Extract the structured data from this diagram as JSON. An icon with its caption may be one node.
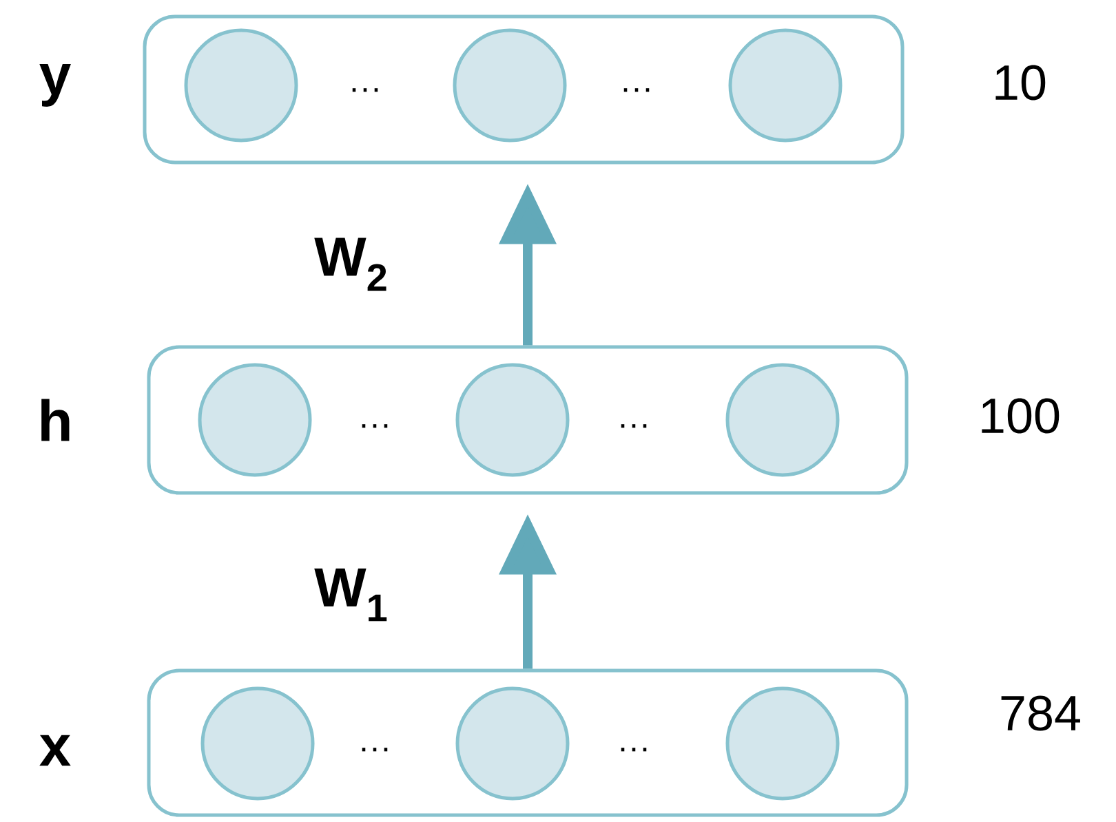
{
  "diagram": {
    "nodes": [
      {
        "text": [],
        "shape": "box",
        "beside": [
          "y",
          "10"
        ]
      },
      {
        "text": [],
        "shape": "circle",
        "in": 0
      },
      {
        "text": [],
        "shape": "circle",
        "in": 0
      },
      {
        "text": [],
        "shape": "circle",
        "in": 0
      },
      {
        "text": [],
        "shape": "box",
        "beside": [
          "h",
          "100"
        ]
      },
      {
        "text": [],
        "shape": "circle",
        "in": 4
      },
      {
        "text": [],
        "shape": "circle",
        "in": 4
      },
      {
        "text": [],
        "shape": "circle",
        "in": 4
      },
      {
        "text": [],
        "shape": "box",
        "beside": [
          "x",
          "784"
        ]
      },
      {
        "text": [],
        "shape": "circle",
        "in": 8
      },
      {
        "text": [],
        "shape": "circle",
        "in": 8
      },
      {
        "text": [],
        "shape": "circle",
        "in": 8
      }
    ],
    "edges": [
      {
        "from": 8,
        "to": 4,
        "arrow": "to",
        "label": "W$_{1}$"
      },
      {
        "from": 4,
        "to": 0,
        "arrow": "to",
        "label": "W$_{2}$"
      }
    ],
    "labels": [
      "···",
      "···",
      "···",
      "···",
      "···",
      "···"
    ]
  }
}
